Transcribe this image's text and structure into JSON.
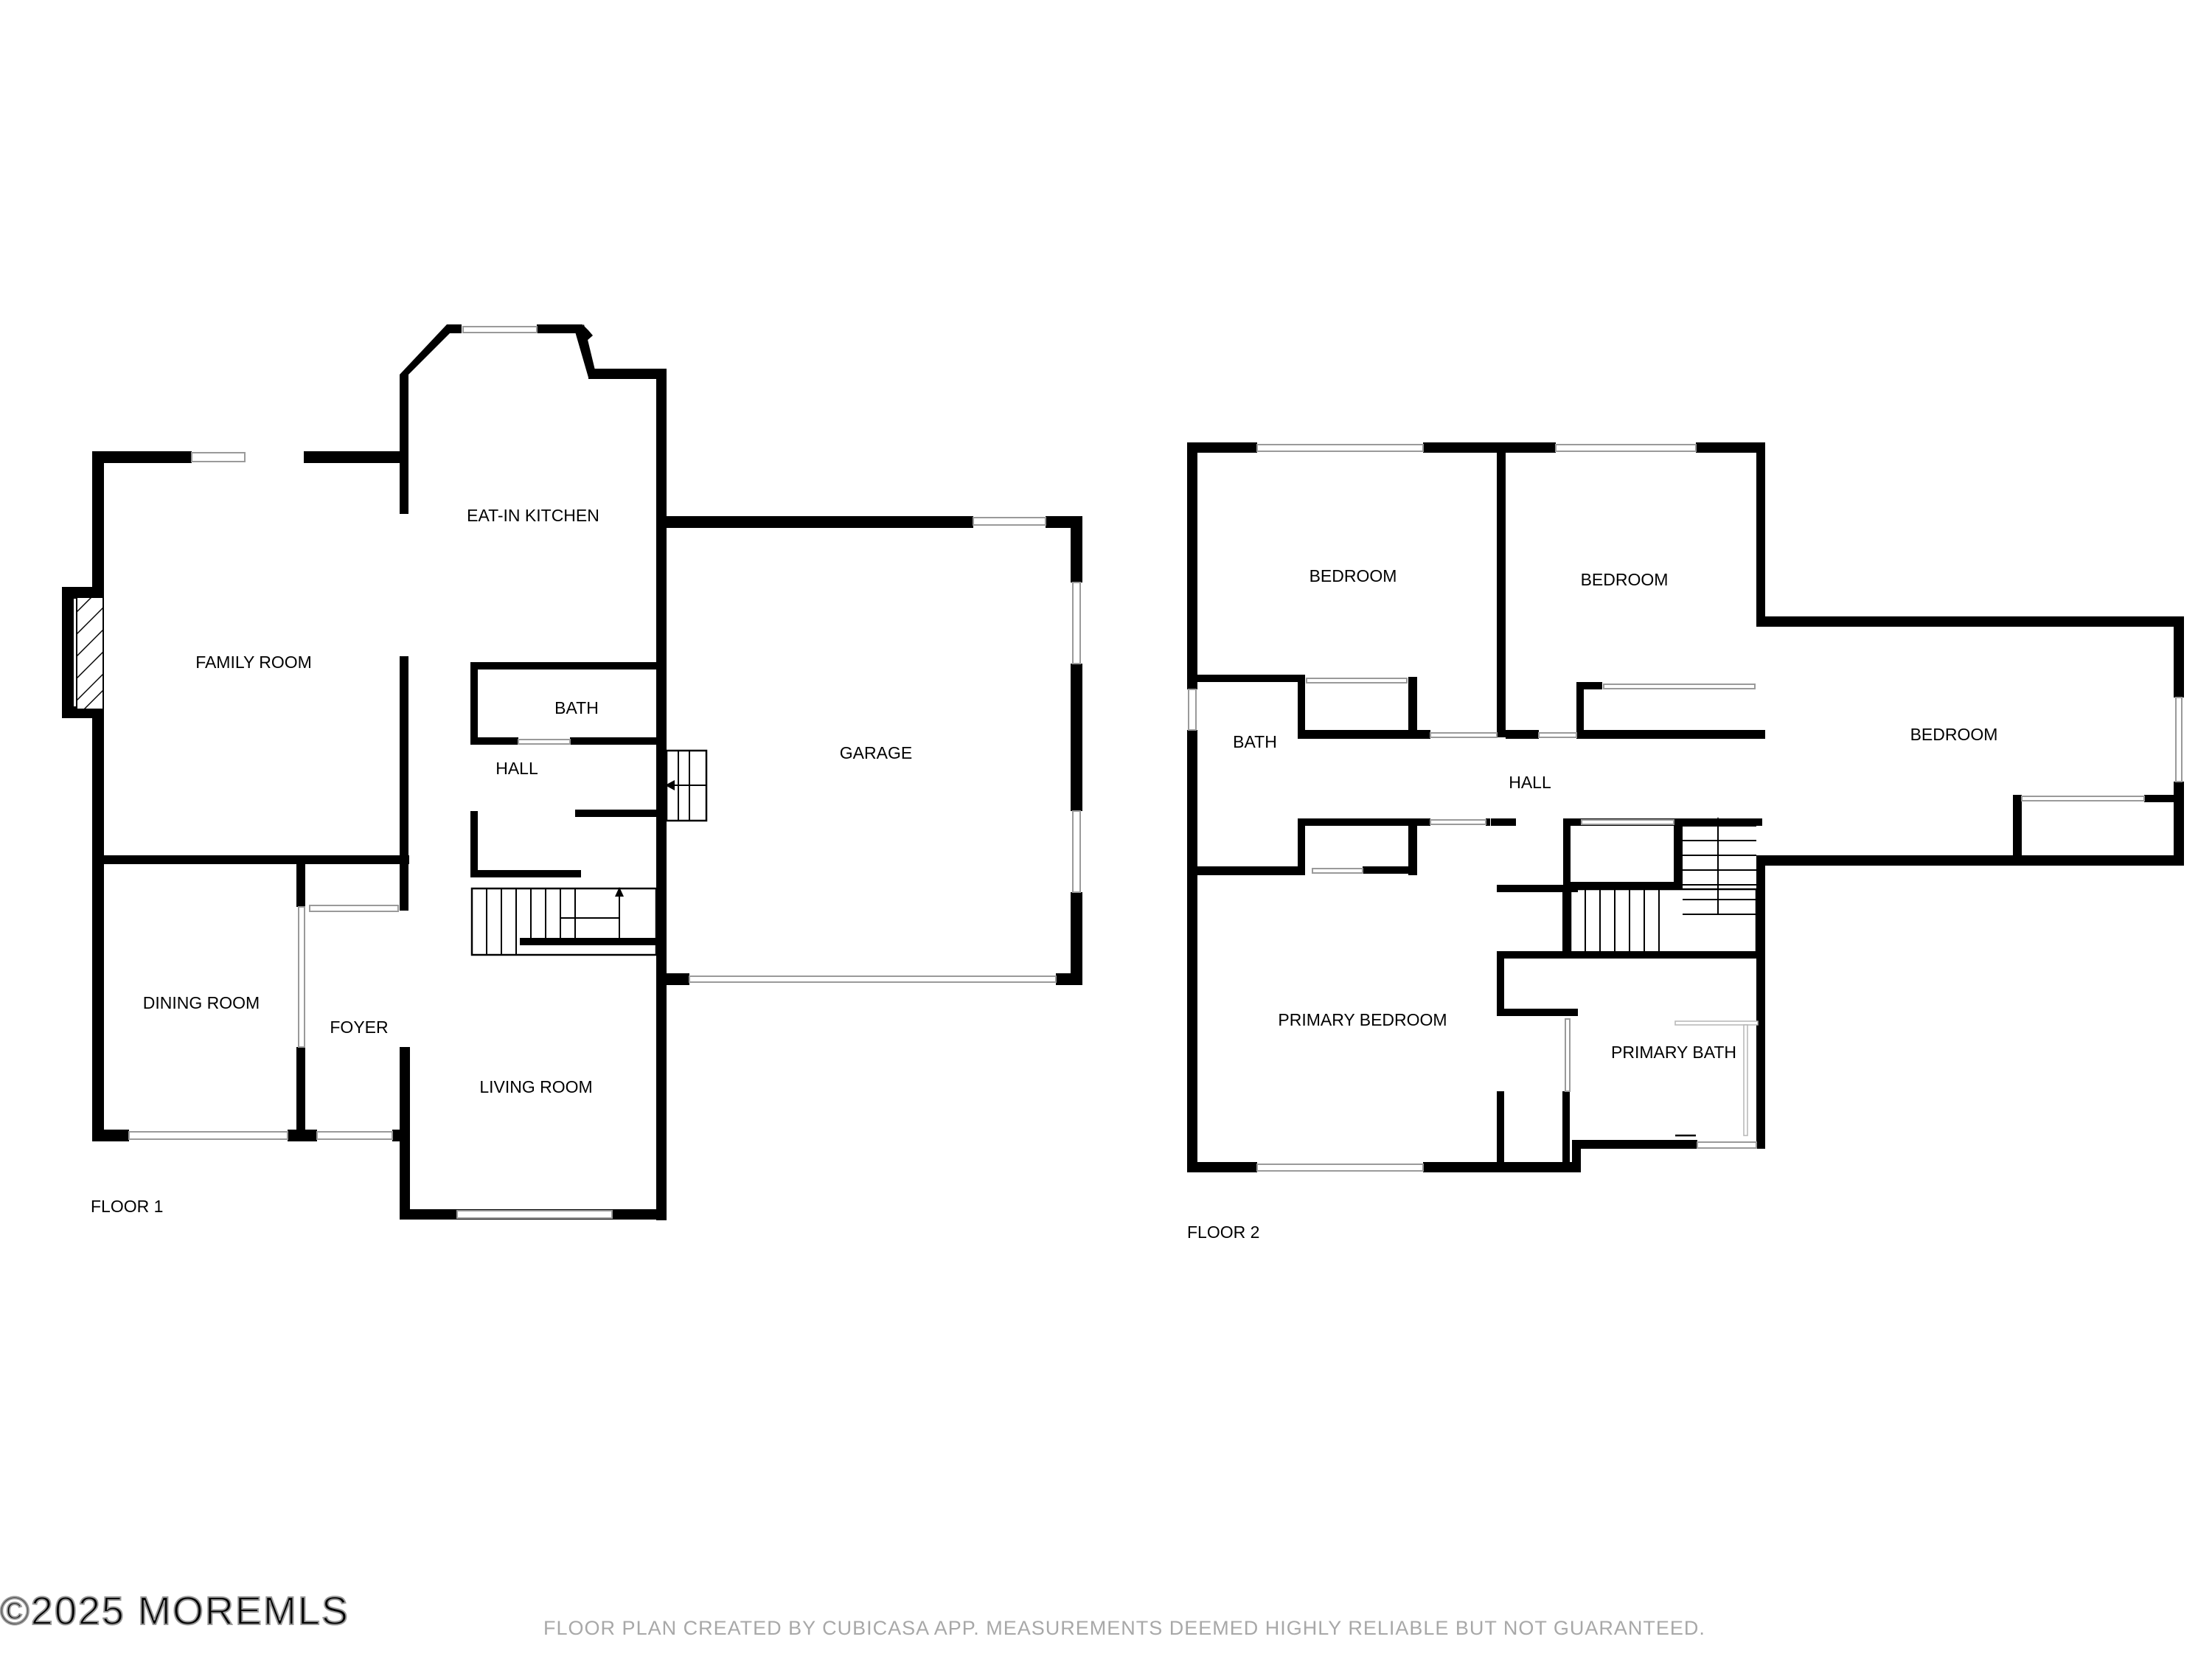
{
  "floors": [
    {
      "label": "FLOOR 1",
      "rooms": {
        "family_room": "FAMILY ROOM",
        "eat_in_kitchen": "EAT-IN KITCHEN",
        "bath": "BATH",
        "hall": "HALL",
        "garage": "GARAGE",
        "dining_room": "DINING ROOM",
        "foyer": "FOYER",
        "living_room": "LIVING ROOM"
      }
    },
    {
      "label": "FLOOR 2",
      "rooms": {
        "bedroom_1": "BEDROOM",
        "bedroom_2": "BEDROOM",
        "bedroom_3": "BEDROOM",
        "bath": "BATH",
        "hall": "HALL",
        "primary_bedroom": "PRIMARY BEDROOM",
        "primary_bath": "PRIMARY BATH"
      }
    }
  ],
  "watermark": "©2025 MOREMLS",
  "disclaimer": "FLOOR PLAN CREATED BY CUBICASA APP. MEASUREMENTS DEEMED HIGHLY RELIABLE BUT NOT GUARANTEED."
}
